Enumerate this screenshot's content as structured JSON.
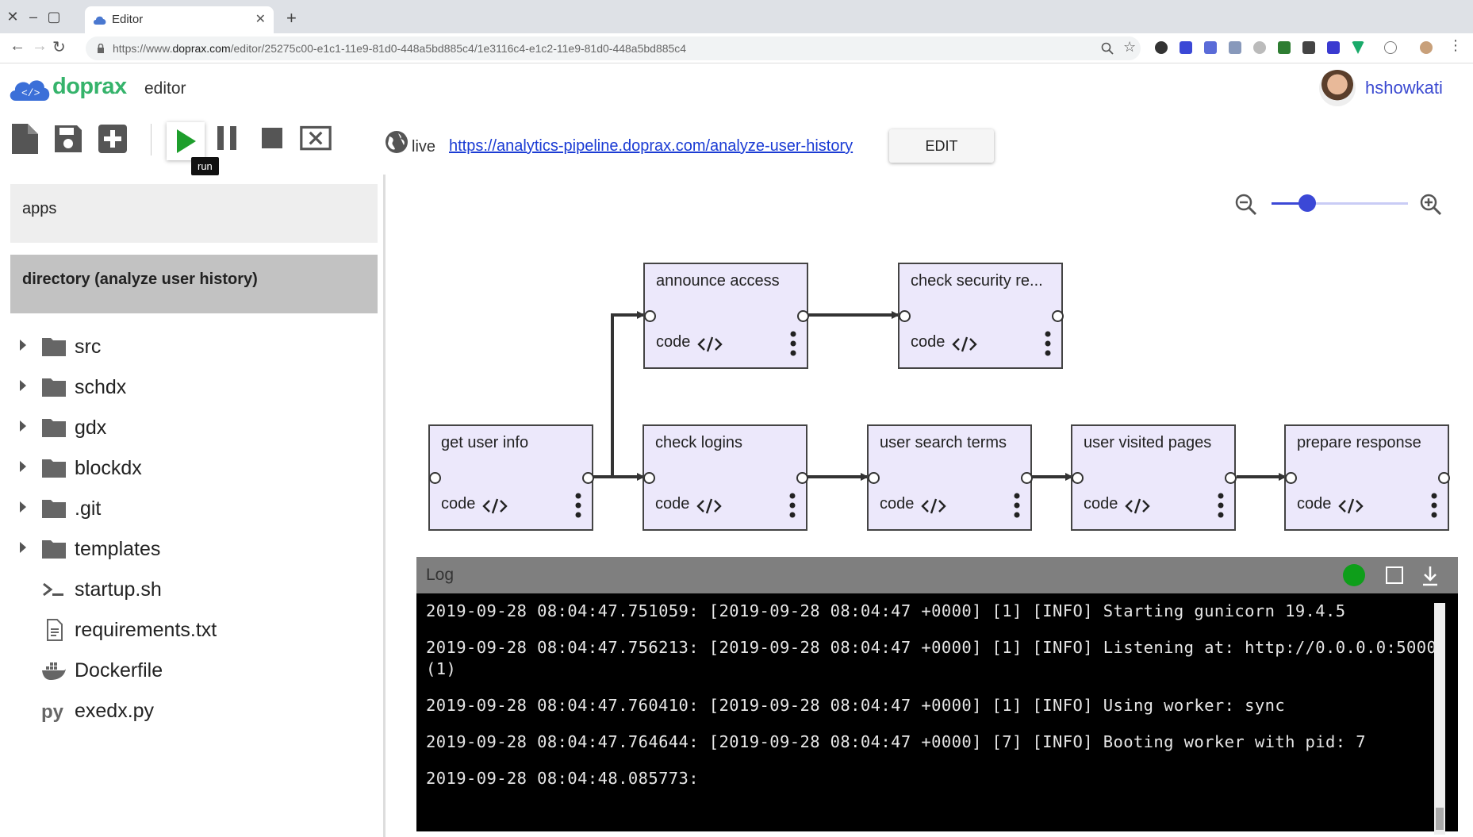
{
  "browser": {
    "tab_title": "Editor",
    "url_prefix": "https://www.",
    "url_domain": "doprax.com",
    "url_path": "/editor/25275c00-e1c1-11e9-81d0-448a5bd885c4/1e3116c4-e1c2-11e9-81d0-448a5bd885c4"
  },
  "header": {
    "logo_text": "doprax",
    "logo_sub": "editor",
    "username": "hshowkati"
  },
  "toolbar": {
    "tooltip": "run",
    "live_label": "live",
    "live_url": "https://analytics-pipeline.doprax.com/analyze-user-history",
    "edit_label": "EDIT"
  },
  "sidebar": {
    "apps_label": "apps",
    "directory_label": "directory (analyze user history)",
    "tree": [
      {
        "label": "src",
        "type": "folder"
      },
      {
        "label": "schdx",
        "type": "folder"
      },
      {
        "label": "gdx",
        "type": "folder"
      },
      {
        "label": "blockdx",
        "type": "folder"
      },
      {
        "label": ".git",
        "type": "folder"
      },
      {
        "label": "templates",
        "type": "folder"
      },
      {
        "label": "startup.sh",
        "type": "shell"
      },
      {
        "label": "requirements.txt",
        "type": "text"
      },
      {
        "label": "Dockerfile",
        "type": "docker"
      },
      {
        "label": "exedx.py",
        "type": "python"
      }
    ]
  },
  "canvas": {
    "zoom_level": 0.26,
    "nodes": [
      {
        "title": "announce access",
        "code_label": "code"
      },
      {
        "title": "check security re...",
        "code_label": "code"
      },
      {
        "title": "get user info",
        "code_label": "code"
      },
      {
        "title": "check logins",
        "code_label": "code"
      },
      {
        "title": "user search terms",
        "code_label": "code"
      },
      {
        "title": "user visited pages",
        "code_label": "code"
      },
      {
        "title": "prepare response",
        "code_label": "code"
      }
    ]
  },
  "log": {
    "title": "Log",
    "status_color": "#0e9e1a",
    "lines": [
      "2019-09-28 08:04:47.751059: [2019-09-28 08:04:47 +0000] [1] [INFO] Starting gunicorn 19.4.5",
      "2019-09-28 08:04:47.756213: [2019-09-28 08:04:47 +0000] [1] [INFO] Listening at: http://0.0.0.0:5000",
      "(1)",
      "2019-09-28 08:04:47.760410: [2019-09-28 08:04:47 +0000] [1] [INFO] Using worker: sync",
      "2019-09-28 08:04:47.764644: [2019-09-28 08:04:47 +0000] [7] [INFO] Booting worker with pid: 7",
      "2019-09-28 08:04:48.085773:"
    ]
  },
  "colors": {
    "brand_green": "#35b36b",
    "accent_blue": "#3b48d6",
    "node_fill": "#ece8fb"
  }
}
